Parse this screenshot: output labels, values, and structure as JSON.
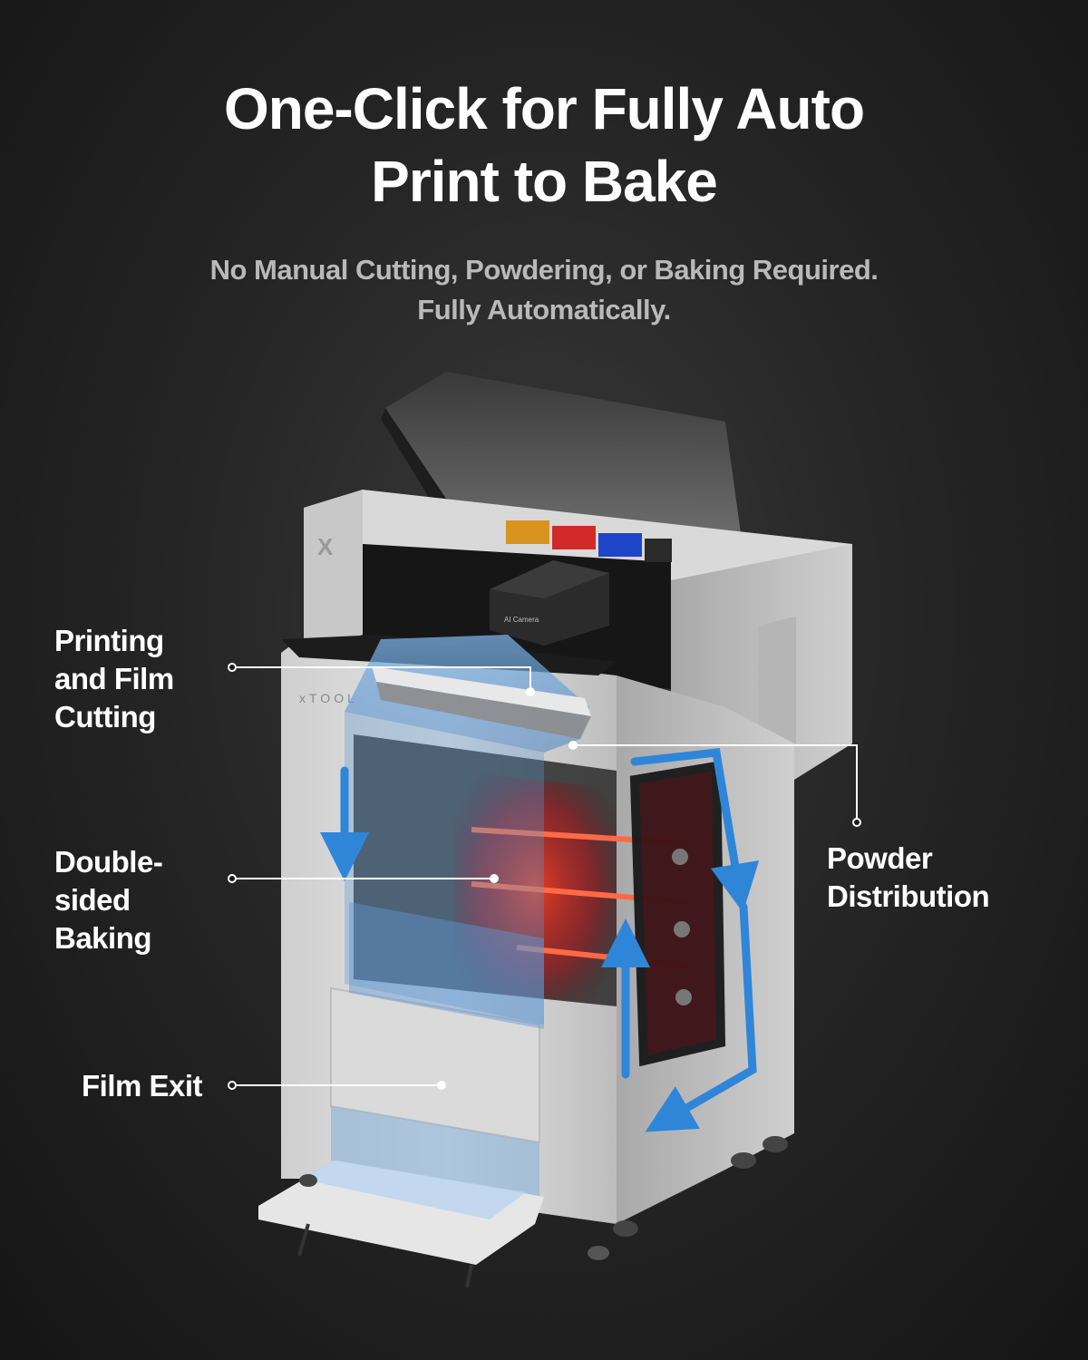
{
  "headline": {
    "line1": "One-Click for Fully Auto",
    "line2": "Print to Bake"
  },
  "subheadline": {
    "line1": "No Manual Cutting, Powdering, or Baking Required.",
    "line2": "Fully Automatically."
  },
  "callouts": {
    "printing": "Printing\nand Film\nCutting",
    "baking": "Double-\nsided\nBaking",
    "film_exit": "Film Exit",
    "powder": "Powder\nDistribution"
  },
  "machine": {
    "brand_mark": "X",
    "brand_text": "xTOOL",
    "camera_label": "AI Camera",
    "ink_colors": [
      "#d9941f",
      "#d22a2a",
      "#1f45c8",
      "#2a2a2a"
    ]
  },
  "colors": {
    "flow_arrow": "#2f86d9",
    "heater": "#ff5a3a",
    "film": "#6fa7dc"
  }
}
